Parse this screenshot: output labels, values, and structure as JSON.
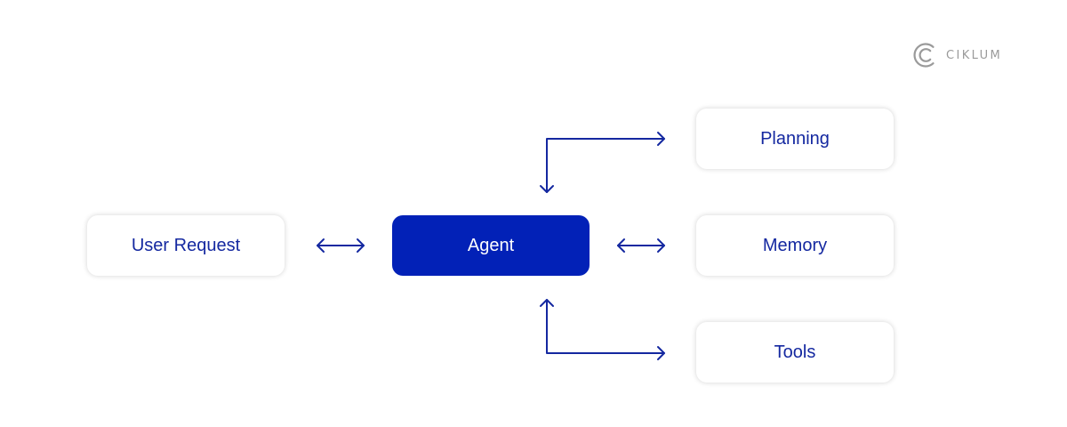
{
  "brand": {
    "name": "CIKLUM",
    "logo_icon": "ciklum-logo-icon"
  },
  "colors": {
    "primary": "#0221b7",
    "line": "#1428a0",
    "logo_gray": "#9a9a9a"
  },
  "nodes": {
    "user_request": "User Request",
    "agent": "Agent",
    "planning": "Planning",
    "memory": "Memory",
    "tools": "Tools"
  }
}
